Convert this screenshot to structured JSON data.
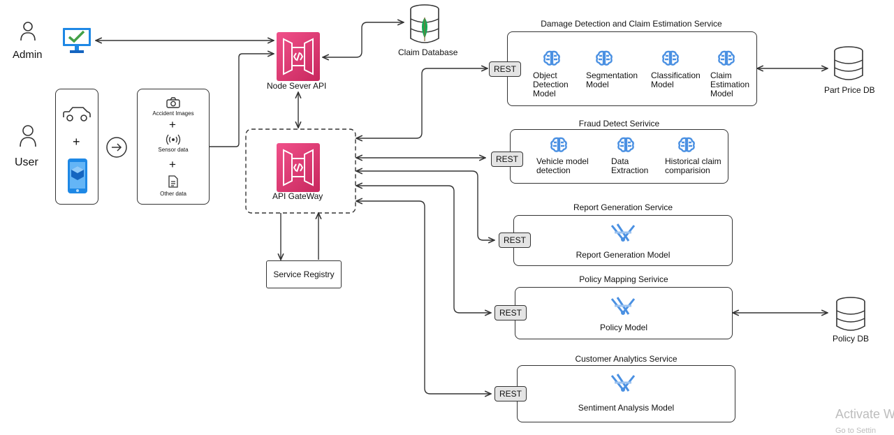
{
  "actors": {
    "admin": "Admin",
    "user": "User"
  },
  "inputs": {
    "accident_images": "Accident Images",
    "sensor_data": "Sensor data",
    "other_data": "Other data",
    "plus": "+"
  },
  "node_server": {
    "label": "Node Sever API"
  },
  "claim_db": {
    "label": "Claim Database"
  },
  "api_gateway": {
    "label": "API GateWay"
  },
  "service_registry": {
    "label": "Service Registry"
  },
  "rest_label": "REST",
  "services": {
    "damage": {
      "title": "Damage Detection and Claim Estimation Service",
      "models": [
        "Object\nDetection\nModel",
        "Segmentation\nModel",
        "Classification\nModel",
        "Claim\nEstimation\nModel"
      ]
    },
    "fraud": {
      "title": "Fraud Detect Serivice",
      "models": [
        "Vehicle model\ndetection",
        "Data\nExtraction",
        "Historical claim\ncomparision"
      ]
    },
    "report": {
      "title": "Report Generation Service",
      "model": "Report Generation Model"
    },
    "policy": {
      "title": "Policy Mapping Serivice",
      "model": "Policy Model"
    },
    "customer": {
      "title": "Customer Analytics Service",
      "model": "Sentiment Analysis Model"
    }
  },
  "databases": {
    "part_price": "Part Price DB",
    "policy": "Policy DB"
  },
  "watermark": {
    "line1": "Activate W",
    "line2": "Go to Settin"
  },
  "colors": {
    "aws_pink": "#e7377a",
    "brain_blue": "#4a90e2",
    "mongo_green": "#13aa52",
    "monitor_blue": "#1e88e5"
  }
}
